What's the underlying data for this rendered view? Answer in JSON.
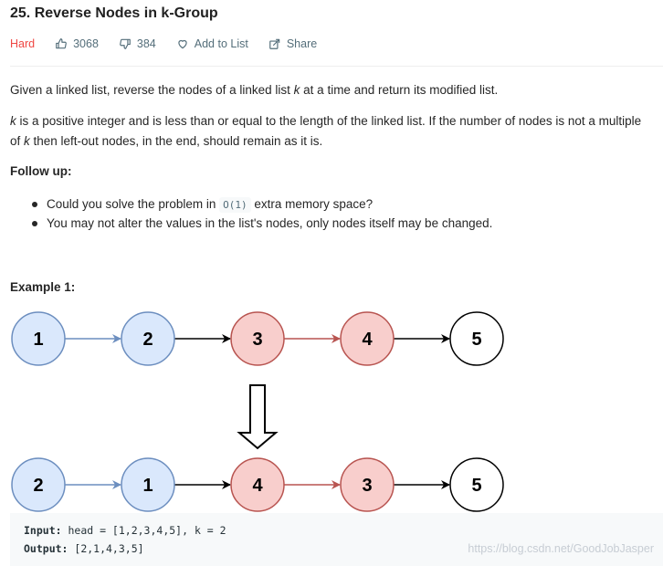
{
  "problem": {
    "title": "25. Reverse Nodes in k-Group",
    "difficulty": "Hard",
    "likes": "3068",
    "dislikes": "384",
    "add_to_list": "Add to List",
    "share": "Share"
  },
  "description": {
    "p1_a": "Given a linked list, reverse the nodes of a linked list ",
    "p1_k": "k",
    "p1_b": " at a time and return its modified list.",
    "p2_k1": "k",
    "p2_a": " is a positive integer and is less than or equal to the length of the linked list. If the number of nodes is not a multiple of ",
    "p2_k2": "k",
    "p2_b": " then left-out nodes, in the end, should remain as it is.",
    "follow_up": "Follow up:",
    "bullet1_a": "Could you solve the problem in ",
    "bullet1_code": "O(1)",
    "bullet1_b": " extra memory space?",
    "bullet2": "You may not alter the values in the list's nodes, only nodes itself may be changed."
  },
  "example": {
    "title": "Example 1:",
    "before_nodes": [
      "1",
      "2",
      "3",
      "4",
      "5"
    ],
    "after_nodes": [
      "2",
      "1",
      "4",
      "3",
      "5"
    ],
    "input_label": "Input:",
    "input_value": " head = [1,2,3,4,5], k = 2",
    "output_label": "Output:",
    "output_value": " [2,1,4,3,5]"
  },
  "watermark": "https://blog.csdn.net/GoodJobJasper",
  "colors": {
    "blue_fill": "#dae8fc",
    "blue_stroke": "#6c8ebf",
    "red_fill": "#f8cecc",
    "red_stroke": "#b85450",
    "white_fill": "#ffffff",
    "black_stroke": "#000000",
    "difficulty": "#ef4743"
  },
  "icons": [
    "thumbs-up-icon",
    "thumbs-down-icon",
    "heart-icon",
    "share-icon"
  ]
}
